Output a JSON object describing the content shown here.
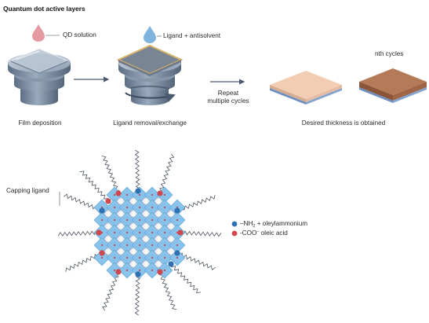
{
  "title": "Quantum dot active layers",
  "labels": {
    "qd_solution": "QD solution",
    "ligand_antisolvent": "Ligand + antisolvent",
    "repeat_line1": "Repeat",
    "repeat_line2": "multiple cycles",
    "nth_cycles": "nth cycles",
    "film_deposition": "Film deposition",
    "ligand_removal": "Ligand removal/exchange",
    "desired_thickness": "Desired thickness is obtained",
    "capping_ligand": "Capping ligand"
  },
  "legend": {
    "nh2_prefix": "–NH",
    "nh2_sub": "2",
    "nh2_suffix": " + oleylammonium",
    "coo_prefix": "-COO",
    "coo_sup": "–",
    "coo_suffix": " oleic acid"
  },
  "colors": {
    "qd_drop": "#e59aa2",
    "antisolvent_drop": "#7fb4de",
    "amine_blue": "#2f6fb3",
    "acid_red": "#d0474d",
    "lattice_blue": "#87c3ea",
    "film_thin": "#f2cdb4",
    "film_thick": "#b57a58",
    "substrate_blue": "#6f8fbf"
  },
  "icons": [
    "droplet-icon",
    "arrow-right-icon",
    "rotation-arrow-icon"
  ]
}
